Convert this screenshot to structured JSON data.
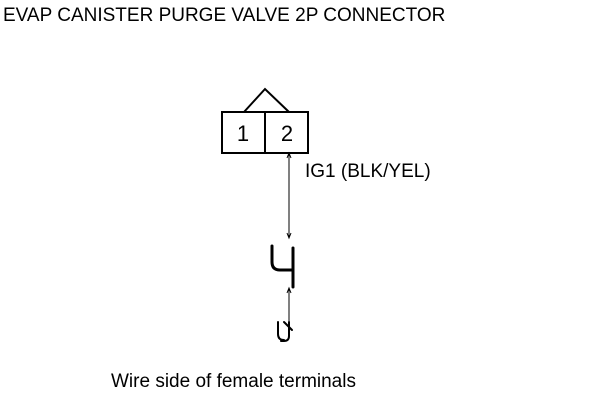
{
  "title": "EVAP CANISTER PURGE VALVE 2P CONNECTOR",
  "connector": {
    "pins": [
      "1",
      "2"
    ]
  },
  "wire": {
    "label": "IG1 (BLK/YEL)"
  },
  "caption": "Wire side of female terminals",
  "icons": {
    "probe_top": "probe-tip-icon",
    "ground": "ground-clip-icon"
  }
}
